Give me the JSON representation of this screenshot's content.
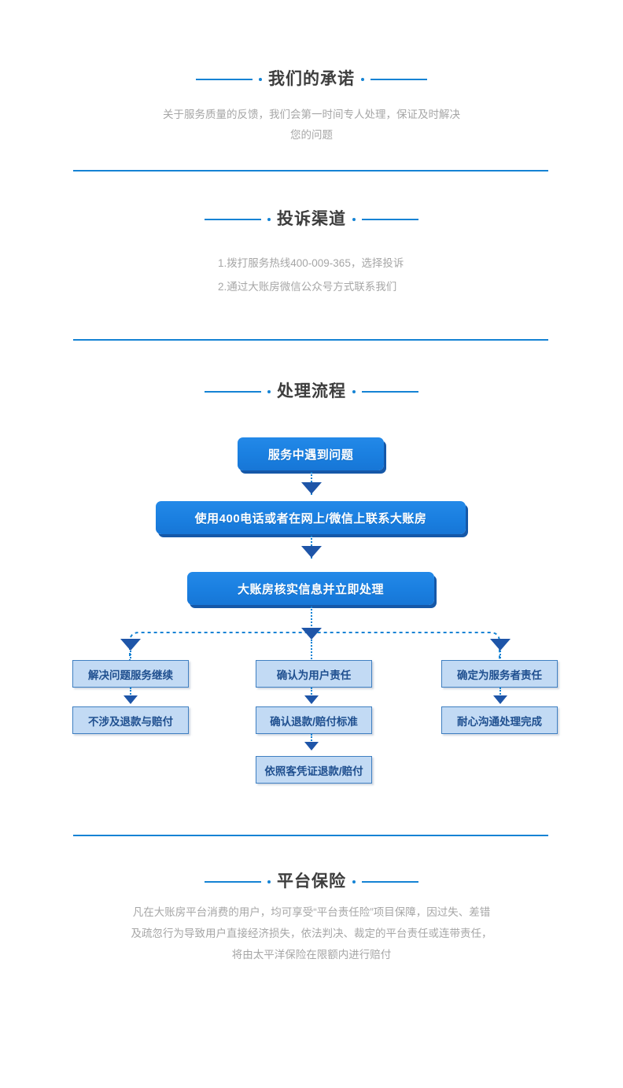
{
  "sections": {
    "commitment": {
      "title": "我们的承诺",
      "body": "关于服务质量的反馈，我们会第一时间专人处理，保证及时解决您的问题"
    },
    "channel": {
      "title": "投诉渠道",
      "lines": [
        "1.拨打服务热线400-009-365，选择投诉",
        "2.通过大账房微信公众号方式联系我们"
      ]
    },
    "process": {
      "title": "处理流程"
    },
    "insurance": {
      "title": "平台保险",
      "body": "凡在大账房平台消费的用户，均可享受“平台责任险”项目保障，因过失、差错及疏忽行为导致用户直接经济损失，依法判决、裁定的平台责任或连带责任，将由太平洋保险在限额内进行赔付"
    }
  },
  "flow": {
    "step1": "服务中遇到问题",
    "step2": "使用400电话或者在网上/微信上联系大账房",
    "step3": "大账房核实信息并立即处理",
    "branches": [
      {
        "first": "解决问题服务继续",
        "second": "不涉及退款与赔付"
      },
      {
        "first": "确认为用户责任",
        "second": "确认退款/赔付标准",
        "third": "依照客凭证退款/赔付"
      },
      {
        "first": "确定为服务者责任",
        "second": "耐心沟通处理完成"
      }
    ]
  },
  "colors": {
    "accent": "#1583d4",
    "box_fill": "#1a7fe0",
    "box_shadow": "#1558a8",
    "leaf_fill": "#c2daf4",
    "leaf_border": "#3f7fc1",
    "leaf_text": "#1f4f8f",
    "title_text": "#3d3d3d",
    "body_text": "#a6a6a6",
    "arrow": "#1e55a8"
  }
}
